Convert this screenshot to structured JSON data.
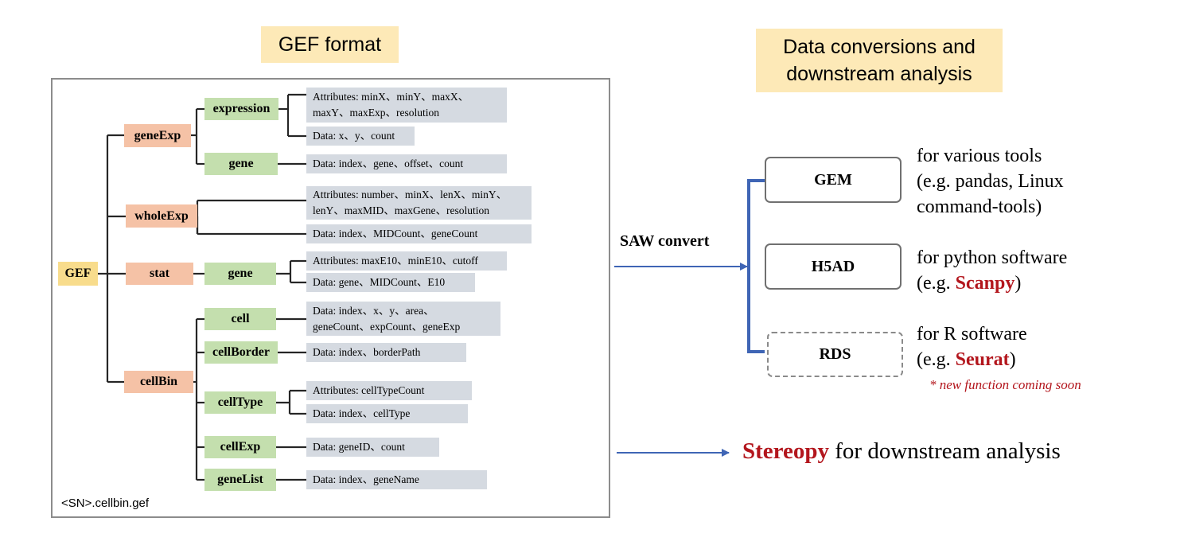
{
  "titles": {
    "gef_format": "GEF format",
    "conversions_line1": "Data conversions and",
    "conversions_line2": "downstream analysis"
  },
  "tree": {
    "root": "GEF",
    "geneExp": {
      "label": "geneExp",
      "expression": {
        "label": "expression",
        "attributes_line1": "Attributes: minX、minY、maxX、",
        "attributes_line2": "maxY、maxExp、resolution",
        "data": "Data: x、y、count"
      },
      "gene": {
        "label": "gene",
        "data": "Data: index、gene、offset、count"
      }
    },
    "wholeExp": {
      "label": "wholeExp",
      "attributes_line1": "Attributes: number、minX、lenX、minY、",
      "attributes_line2": "lenY、maxMID、maxGene、resolution",
      "data": "Data: index、MIDCount、geneCount"
    },
    "stat": {
      "label": "stat",
      "gene": {
        "label": "gene",
        "attributes": "Attributes: maxE10、minE10、cutoff",
        "data": "Data: gene、MIDCount、E10"
      }
    },
    "cellBin": {
      "label": "cellBin",
      "cell": {
        "label": "cell",
        "data_line1": "Data: index、x、y、area、",
        "data_line2": "geneCount、expCount、geneExp"
      },
      "cellBorder": {
        "label": "cellBorder",
        "data": "Data: index、borderPath"
      },
      "cellType": {
        "label": "cellType",
        "attributes": "Attributes: cellTypeCount",
        "data": "Data: index、cellType"
      },
      "cellExp": {
        "label": "cellExp",
        "data": "Data: geneID、count"
      },
      "geneList": {
        "label": "geneList",
        "data": "Data: index、geneName"
      }
    },
    "file_label": "<SN>.cellbin.gef"
  },
  "conversion": {
    "saw_label": "SAW convert",
    "gem": {
      "label": "GEM",
      "desc_line1": "for various tools",
      "desc_line2": "(e.g. pandas, Linux",
      "desc_line3": "command-tools)"
    },
    "h5ad": {
      "label": "H5AD",
      "desc_line1": "for python software",
      "desc_prefix": "(e.g. ",
      "desc_tool": "Scanpy",
      "desc_suffix": ")"
    },
    "rds": {
      "label": "RDS",
      "desc_line1": "for R software",
      "desc_prefix": "(e.g. ",
      "desc_tool": "Seurat",
      "desc_suffix": ")",
      "note": "* new function coming soon"
    },
    "stereopy": {
      "tool": "Stereopy",
      "rest": " for downstream analysis"
    }
  },
  "colors": {
    "title_bg": "#fde9b7",
    "root_node": "#f8dc8c",
    "level1_node": "#f5c2a6",
    "level2_node": "#c4dfae",
    "leaf_box": "#d5dae1",
    "arrow_blue": "#3f65b5",
    "highlight_red": "#b3161d"
  }
}
